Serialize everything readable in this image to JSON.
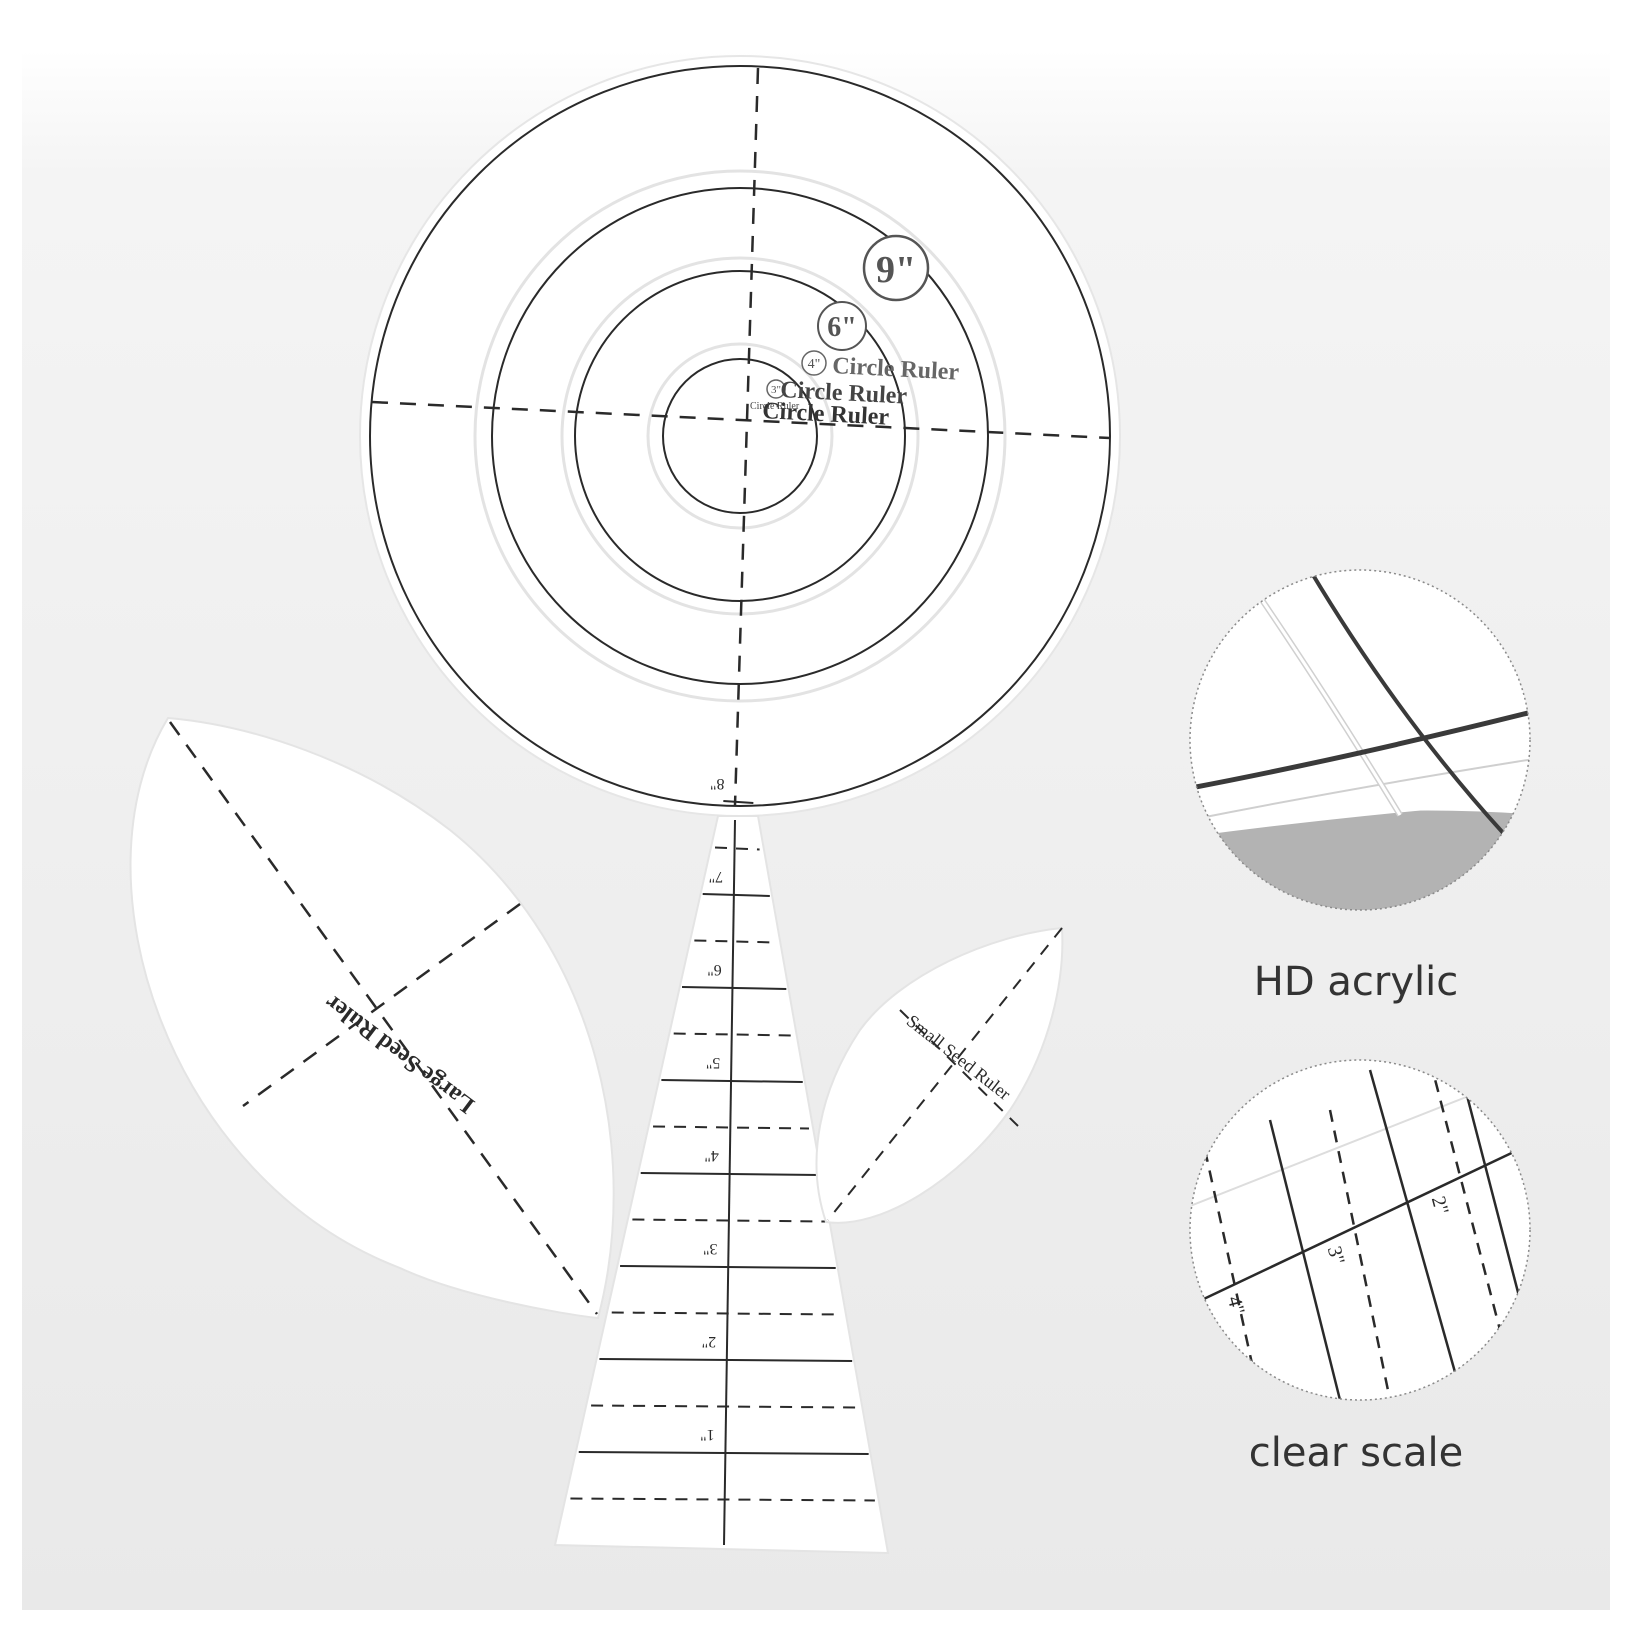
{
  "colors": {
    "background": "#efefef",
    "acrylic": "#ffffff",
    "line": "#2a2a2a",
    "shade": "#b3b3b3",
    "caption_text": "#333333"
  },
  "circle_ruler": {
    "labels": {
      "nine": "9\"",
      "six": "6\"",
      "four": "4\"",
      "three": "3\"",
      "title_large": "Circle Ruler",
      "title_mid": "Circle Ruler",
      "title_small": "Circle Ruler",
      "tiny": "Circle Ruler"
    }
  },
  "stem_ruler": {
    "inch_labels": [
      "1\"",
      "2\"",
      "3\"",
      "4\"",
      "5\"",
      "6\"",
      "7\"",
      "8\""
    ]
  },
  "large_seed": {
    "label": "Large Seed Ruler"
  },
  "small_seed": {
    "label": "Small   Seed Ruler"
  },
  "detail_acrylic": {
    "caption": "HD acrylic",
    "icon": "magnified-curve-detail"
  },
  "detail_scale": {
    "caption": "clear scale",
    "icon": "magnified-scale-detail",
    "labels": [
      "2\"",
      "3\"",
      "4\""
    ]
  }
}
